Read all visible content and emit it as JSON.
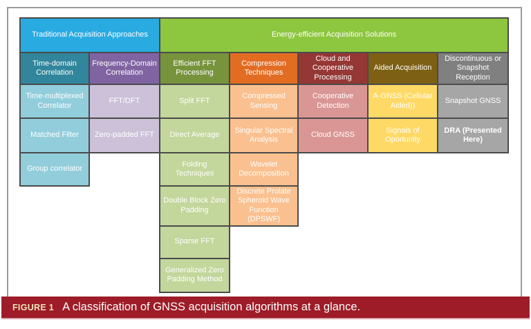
{
  "figure": {
    "caption_label": "FIGURE 1",
    "caption_text": "A classification of GNSS acquisition algorithms at a glance."
  },
  "table": {
    "group_headers": [
      {
        "label": "Traditional Acquisition Approaches"
      },
      {
        "label": "Energy-efficient Acquisition Solutions"
      }
    ],
    "columns": [
      {
        "header": "Time-domain Correlation",
        "items": [
          "Time-multiplexed Correlator",
          "Matched Filter",
          "Group correlator"
        ]
      },
      {
        "header": "Frequency-Domain Correlation",
        "items": [
          "FFT/DFT",
          "Zero-padded FFT"
        ]
      },
      {
        "header": "Efficient FFT Processing",
        "items": [
          "Split FFT",
          "Direct Average",
          "Folding Techniques",
          "Double Block Zero Padding",
          "Sparse FFT",
          "Generalized Zero Padding Method"
        ]
      },
      {
        "header": "Compression Techniques",
        "items": [
          "Compressed Sensing",
          "Singular Spectral Analysis",
          "Wavelet Decomposition",
          "Discrete Prolate Spheroid Wave Function (DPSWF)"
        ]
      },
      {
        "header": "Cloud and Cooperative Processing",
        "items": [
          "Cooperative Detection",
          "Cloud GNSS"
        ]
      },
      {
        "header": "Aided Acquisition",
        "items": [
          "A-GNSS (Cellular Aided))",
          "Signals of Oportunity"
        ]
      },
      {
        "header": "Discontinuous or Snapshot Reception",
        "items": [
          "Snapshot GNSS",
          "DRA (Presented Here)"
        ]
      }
    ]
  },
  "colors": {
    "traditional_group_header": "#29abe2",
    "energy_group_header": "#8dc63f",
    "time_domain_header": "#31859c",
    "time_domain_cells": "#92cddc",
    "frequency_domain_header": "#8064a2",
    "frequency_domain_cells": "#ccc1d9",
    "efficient_fft_header": "#77933c",
    "efficient_fft_cells": "#c3d69b",
    "compression_header": "#e36c23",
    "compression_cells": "#fac08f",
    "cloud_header": "#953735",
    "cloud_cells": "#d99694",
    "aided_header": "#7e6014",
    "aided_cells": "#ffd965",
    "discontinuous_header": "#808080",
    "discontinuous_cells": "#a6a6a6",
    "cell_border": "#4a4a4a",
    "caption_banner": "#9d1c27",
    "caption_label_text": "#efe3bb"
  }
}
